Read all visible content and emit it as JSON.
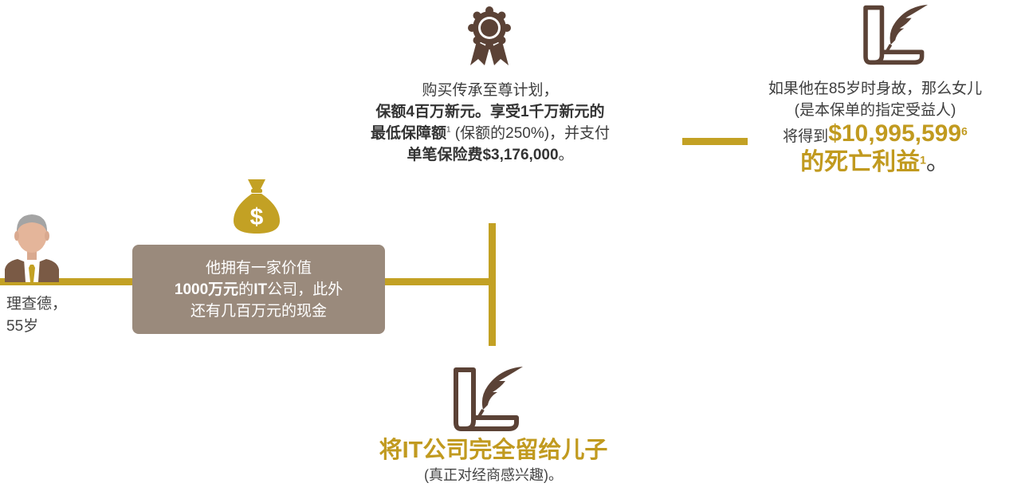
{
  "person": {
    "name": "理查德，",
    "age": "55岁"
  },
  "company_box": {
    "line1": "他拥有一家价值",
    "line2_bold_a": "1000万元",
    "line2_normal_a": "的",
    "line2_bold_b": "IT",
    "line2_normal_b": "公司，此外",
    "line3": "还有几百万元的现金"
  },
  "plan": {
    "line1": "购买传承至尊计划，",
    "line2_bold": "保额4百万新元。享受1千万新元的",
    "line3_bold": "最低保障额",
    "line3_sup": "1",
    "line3_normal": " (保额的250%)，并支付",
    "line4_bold": "单笔保险费$3,176,000",
    "line4_normal": "。"
  },
  "beneficiary": {
    "line1": "如果他在85岁时身故，那么女儿",
    "line2": "(是本保单的指定受益人)",
    "line3_prefix": "将得到",
    "amount": "$10,995,599",
    "amount_sup": "6",
    "benefit": "的死亡利益",
    "benefit_sup": "1",
    "benefit_end": "。"
  },
  "bottom": {
    "title": "将IT公司完全留给儿子",
    "subtitle": "(真正对经商感兴趣)。"
  },
  "colors": {
    "gold": "#c3a124",
    "brown": "#5b4236",
    "box": "#9a8a7c"
  },
  "icons": [
    "person-icon",
    "money-bag-icon",
    "award-ribbon-icon",
    "will-quill-icon"
  ]
}
